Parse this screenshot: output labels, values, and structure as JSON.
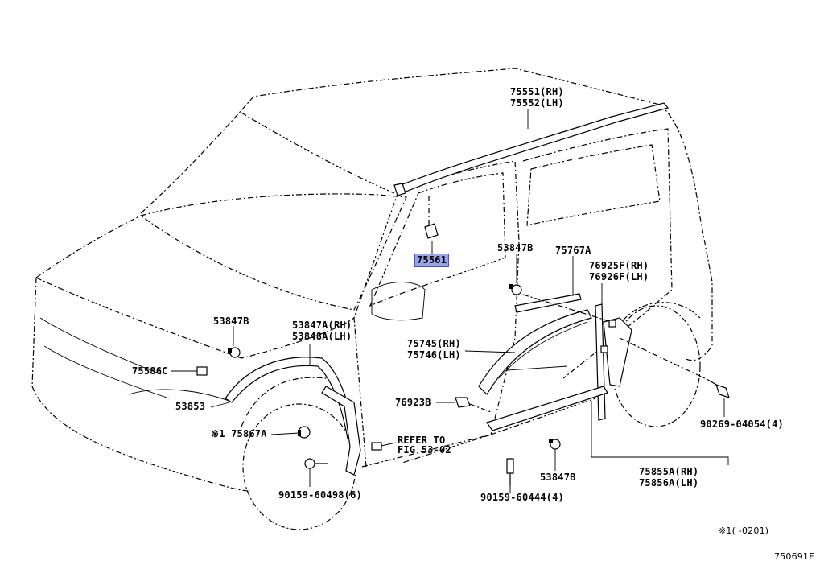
{
  "labels": {
    "p75551": "75551(RH)",
    "p75552": "75552(LH)",
    "p75561": "75561",
    "p53847b_top": "53847B",
    "p75767a": "75767A",
    "p76925f": "76925F(RH)",
    "p76926f": "76926F(LH)",
    "p53847b_left": "53847B",
    "p53847a": "53847A(RH)",
    "p53848a": "53848A(LH)",
    "p75586c": "75586C",
    "p53853": "53853",
    "p75745": "75745(RH)",
    "p75746": "75746(LH)",
    "p76923b": "76923B",
    "p75867a": "※1 75867A",
    "refer1": "REFER TO",
    "refer2": "FIG 53-02",
    "p90269": "90269-04054(4)",
    "p90159_598": "90159-60498(6)",
    "p90159_444": "90159-60444(4)",
    "p53847b_bottom": "53847B",
    "p75855a": "75855A(RH)",
    "p75856a": "75856A(LH)",
    "note": "※1(    -0201)",
    "fig_code": "750691F"
  },
  "colors": {
    "highlight": "#9aa3e6",
    "lines": "#000000"
  }
}
